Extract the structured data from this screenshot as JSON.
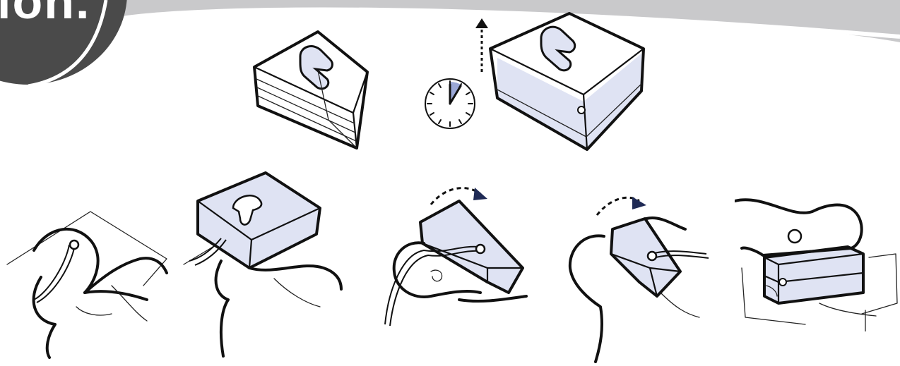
{
  "corner_label": "ion.",
  "colors": {
    "banner_dark": "#4a4a4a",
    "banner_light": "#c9c9cb",
    "cushion_fill": "#dfe3f3",
    "cushion_edge": "#1f2a55",
    "timer_wedge": "#9aa7d6"
  },
  "icons": [
    "clock-icon",
    "arrow-up-icon",
    "rotate-arrow-icon"
  ],
  "steps": [
    "packed-cushion",
    "timer",
    "expanded-cushion",
    "patient-head",
    "cushion-over-face",
    "cushion-rotate",
    "patient-rotate",
    "prone-position"
  ]
}
